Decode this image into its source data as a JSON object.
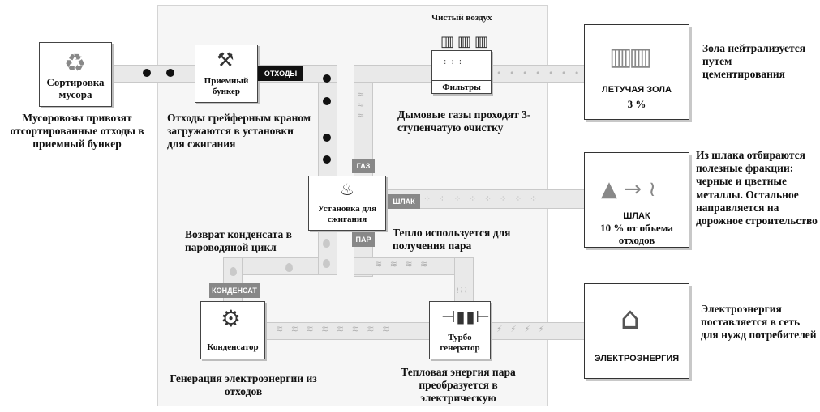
{
  "steps": {
    "sorting_label": "Сортировка мусора",
    "sorting_caption": "Мусоровозы привозят отсортированные отходы в приемный бункер",
    "bunker_label": "Приемный бункер",
    "waste_tag": "ОТХОДЫ",
    "bunker_caption": "Отходы грейферным краном загружаются в установки для сжигания",
    "incinerator_label": "Установка для сжигания",
    "gas_tag": "ГАЗ",
    "slag_tag": "ШЛАК",
    "steam_tag": "ПАР",
    "clean_air": "Чистый воздух",
    "filters_label": "Фильтры",
    "flue_caption": "Дымовые газы проходят 3-ступенчатую очистку",
    "heat_caption": "Тепло используется для получения пара",
    "condensate_return_caption": "Возврат конденсата в пароводяной цикл",
    "condensate_tag": "КОНДЕНСАТ",
    "condenser_label": "Конденсатор",
    "turbo_label": "Турбо генератор",
    "generation_caption": "Генерация электроэнергии из отходов",
    "thermal_caption": "Тепловая энергия пара преобразуется в электрическую"
  },
  "outputs": {
    "fly_ash_title": "ЛЕТУЧАЯ ЗОЛА",
    "fly_ash_value": "3 %",
    "fly_ash_note": "Зола нейтрализуется путем цементирования",
    "slag_title": "ШЛАК",
    "slag_value": "10 % от объема отходов",
    "slag_note": "Из шлака отбираются полезные фракции: черные и цветные металлы. Остальное направляется на дорожное строительство",
    "electricity_title": "ЭЛЕКТРОЭНЕРГИЯ",
    "electricity_note": "Электроэнергия поставляется в сеть для нужд потребителей"
  },
  "icons": [
    "recycle-icon",
    "grab-crane-icon",
    "flame-icon",
    "factory-filter-icon",
    "bricks-icon",
    "mountain-road-icon",
    "power-tower-icon",
    "fan-wheel-icon",
    "turbine-icon"
  ],
  "colors": {
    "pipe": "#e9e9e9",
    "tag_gray": "#888888",
    "tag_dark": "#111111",
    "panel": "#f6f6f6"
  }
}
